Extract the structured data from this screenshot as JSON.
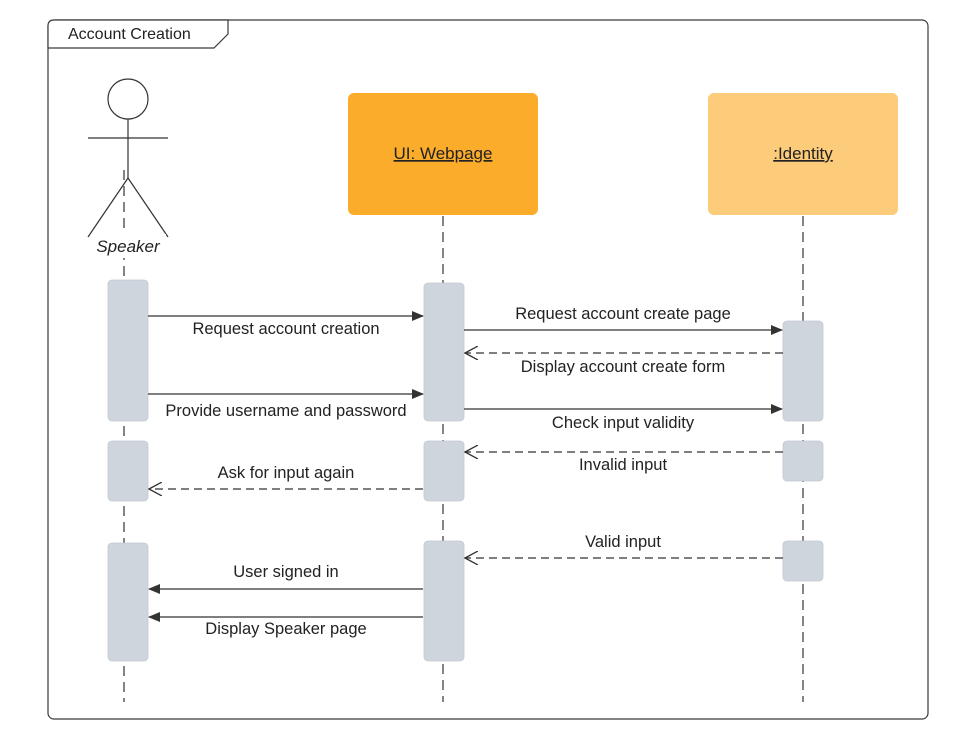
{
  "frame": {
    "title": "Account Creation"
  },
  "colors": {
    "webpage_box": "#fbac2a",
    "identity_box": "#fdcc7a",
    "activation": "#cfd5dd",
    "line": "#333333"
  },
  "participants": {
    "speaker": {
      "label": "Speaker",
      "type": "actor"
    },
    "webpage": {
      "label": "UI: Webpage",
      "type": "object"
    },
    "identity": {
      "label": ":Identity",
      "type": "object"
    }
  },
  "messages": [
    {
      "label": "Request account creation",
      "from": "speaker",
      "to": "webpage",
      "style": "solid"
    },
    {
      "label": "Request account create page",
      "from": "webpage",
      "to": "identity",
      "style": "solid"
    },
    {
      "label": "Display account create form",
      "from": "identity",
      "to": "webpage",
      "style": "dashed"
    },
    {
      "label": "Provide username and password",
      "from": "speaker",
      "to": "webpage",
      "style": "solid"
    },
    {
      "label": "Check input validity",
      "from": "webpage",
      "to": "identity",
      "style": "solid"
    },
    {
      "label": "Invalid input",
      "from": "identity",
      "to": "webpage",
      "style": "dashed"
    },
    {
      "label": "Ask for input again",
      "from": "webpage",
      "to": "speaker",
      "style": "dashed"
    },
    {
      "label": "Valid input",
      "from": "identity",
      "to": "webpage",
      "style": "dashed"
    },
    {
      "label": "User signed in",
      "from": "webpage",
      "to": "speaker",
      "style": "solid"
    },
    {
      "label": "Display Speaker page",
      "from": "webpage",
      "to": "speaker",
      "style": "solid"
    }
  ]
}
